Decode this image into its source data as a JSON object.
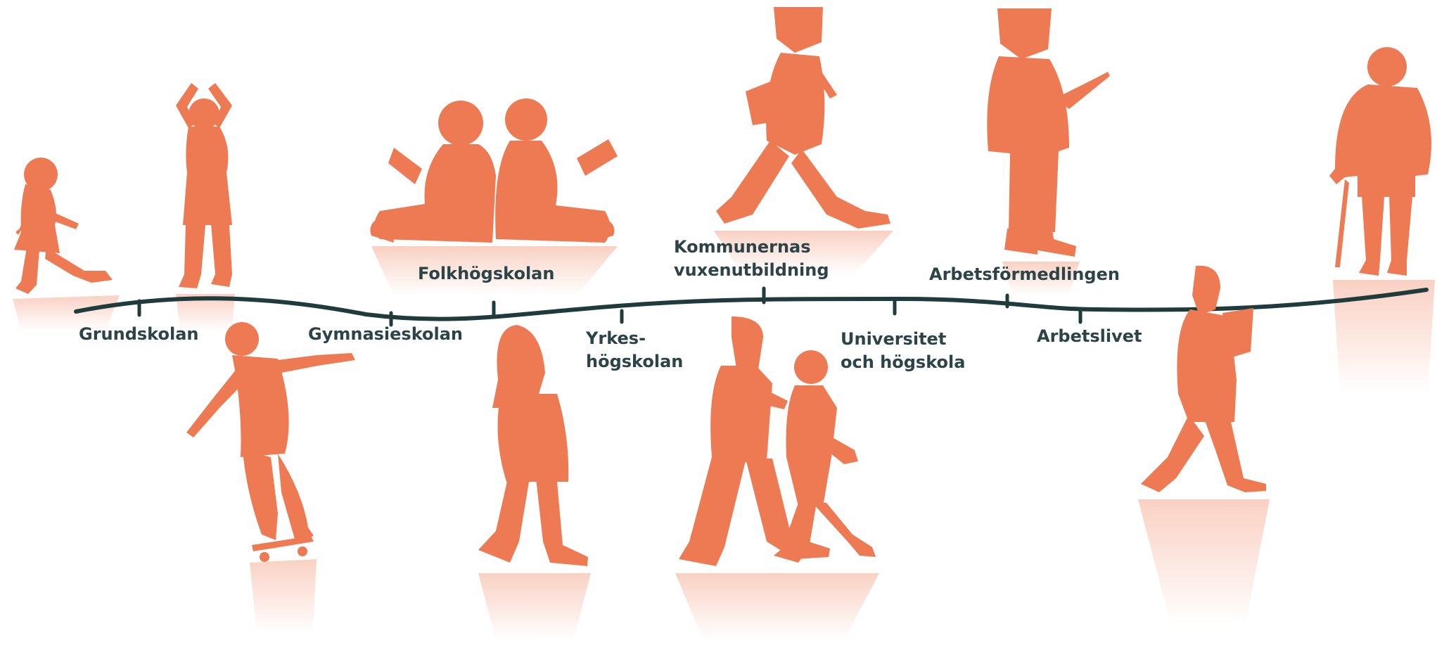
{
  "colors": {
    "figure": "#EE7A53",
    "line": "#1F3B3C",
    "text": "#2C4448",
    "background": "#FFFFFF"
  },
  "figures": [
    "girl-walking-icon",
    "child-stretching-icon",
    "skateboarder-icon",
    "two-readers-sitting-icon",
    "woman-walking-icon",
    "man-walking-with-bag-icon",
    "couple-walking-icon",
    "man-reading-tablet-icon",
    "woman-walking-with-folder-icon",
    "elderly-man-with-cane-icon"
  ],
  "labels": {
    "grundskolan": [
      "Grundskolan"
    ],
    "gymnasieskolan": [
      "Gymnasieskolan"
    ],
    "folkhogskolan": [
      "Folkhögskolan"
    ],
    "yrkeshogskolan": [
      "Yrkes-",
      "högskolan"
    ],
    "komvux": [
      "Kommunernas",
      "vuxenutbildning"
    ],
    "universitet": [
      "Universitet",
      "och högskola"
    ],
    "arbetsformedlingen": [
      "Arbetsförmedlingen"
    ],
    "arbetslivet": [
      "Arbetslivet"
    ]
  }
}
